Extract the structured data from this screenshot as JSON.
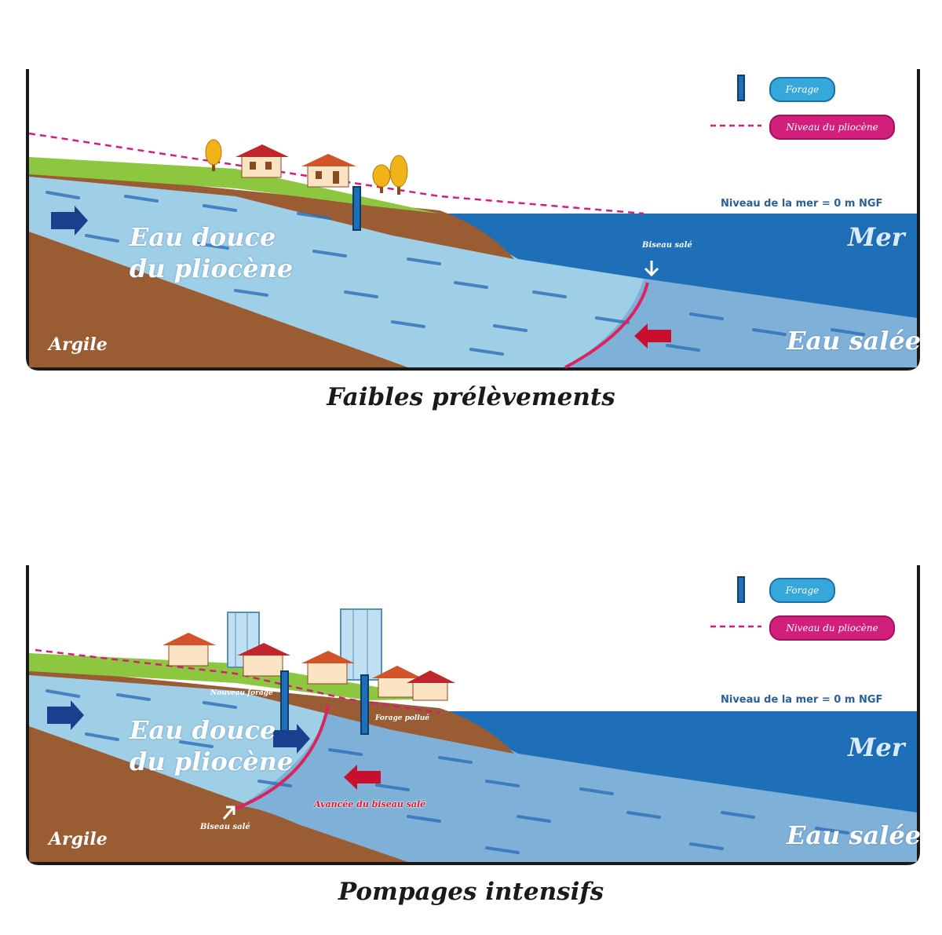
{
  "panels": [
    {
      "caption": "Faibles prélèvements",
      "legend": {
        "forage": "Forage",
        "niveau": "Niveau du pliocène"
      },
      "sea_level": "Niveau de la mer = 0 m NGF",
      "labels": {
        "fresh_1": "Eau douce",
        "fresh_2": "du pliocène",
        "sea": "Mer",
        "salt": "Eau salée",
        "clay": "Argile",
        "wedge": "Biseau salé"
      }
    },
    {
      "caption": "Pompages intensifs",
      "legend": {
        "forage": "Forage",
        "niveau": "Niveau du pliocène"
      },
      "sea_level": "Niveau de la mer = 0 m NGF",
      "labels": {
        "fresh_1": "Eau douce",
        "fresh_2": "du pliocène",
        "sea": "Mer",
        "salt": "Eau salée",
        "clay": "Argile",
        "wedge": "Biseau salé",
        "wedge_advance": "Avancée du biseau salé",
        "abandoned_well": "Nouveau forage",
        "polluted_well": "Forage pollué"
      }
    }
  ],
  "colors": {
    "clay": "#9a5c33",
    "fresh_water": "#9fcfe6",
    "salt_water": "#7fb1d8",
    "sea": "#1e6fb8",
    "grass": "#8dc63f",
    "wedge_line": "#d8245f",
    "fresh_arrow": "#1b3f8f",
    "salt_arrow": "#c8102e"
  }
}
